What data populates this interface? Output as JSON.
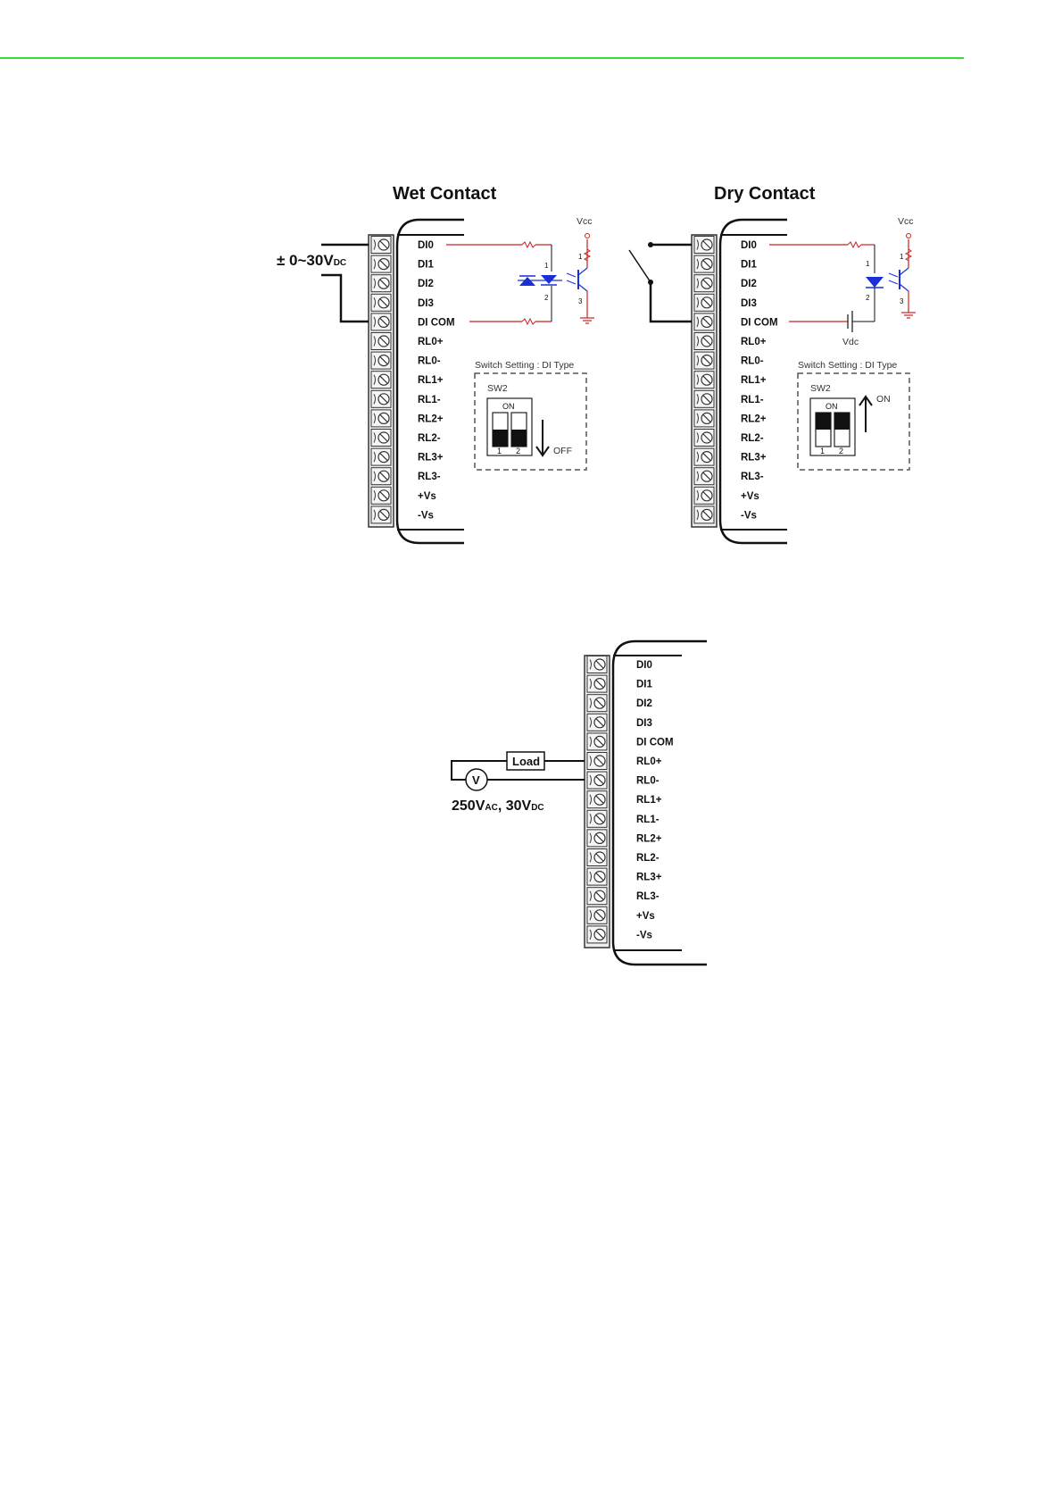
{
  "header": {
    "rule_color": "#33dd33"
  },
  "pins": [
    "DI0",
    "DI1",
    "DI2",
    "DI3",
    "DI COM",
    "RL0+",
    "RL0-",
    "RL1+",
    "RL1-",
    "RL2+",
    "RL2-",
    "RL3+",
    "RL3-",
    "+Vs",
    "-Vs"
  ],
  "wet": {
    "title": "Wet Contact",
    "voltage_main": "± 0~30V",
    "voltage_sub": "DC",
    "vcc": "Vcc",
    "switch_setting": "Switch Setting : DI Type",
    "sw_name": "SW2",
    "sw_on": "ON",
    "sw_state": "OFF",
    "sw_num1": "1",
    "sw_num2": "2"
  },
  "dry": {
    "title": "Dry Contact",
    "vcc": "Vcc",
    "vdc": "Vdc",
    "switch_setting": "Switch Setting : DI Type",
    "sw_name": "SW2",
    "sw_on": "ON",
    "sw_state": "ON",
    "sw_num1": "1",
    "sw_num2": "2"
  },
  "relay": {
    "load_label": "Load",
    "meter_label": "V",
    "voltage_text": "250V",
    "ac": "AC",
    "sep": ", 30V",
    "dc": "DC"
  },
  "colors": {
    "wire_red": "#cc2222",
    "circuit_blue": "#1a2fd6",
    "line": "#111111"
  }
}
